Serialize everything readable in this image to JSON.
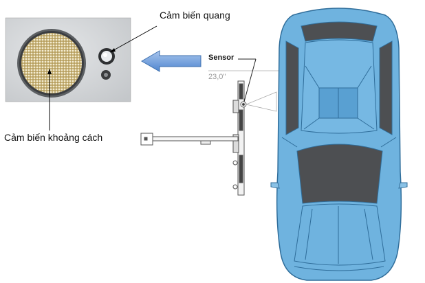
{
  "labels": {
    "light_sensor": "Cảm biến quang",
    "distance_sensor": "Cảm biến khoảng cách",
    "sensor": "Sensor",
    "angle": "23,0''"
  },
  "colors": {
    "car_body": "#6fb3df",
    "car_outline": "#2f6d9a",
    "glass": "#4d4f52",
    "arrow_fill": "#6e9fd8",
    "photo_bg": "#d4d6d8"
  },
  "icons": {
    "photo": "sensor-closeup-photo",
    "arrow": "left-arrow-icon",
    "car": "car-top-view",
    "mount": "sensor-mount-bracket"
  }
}
